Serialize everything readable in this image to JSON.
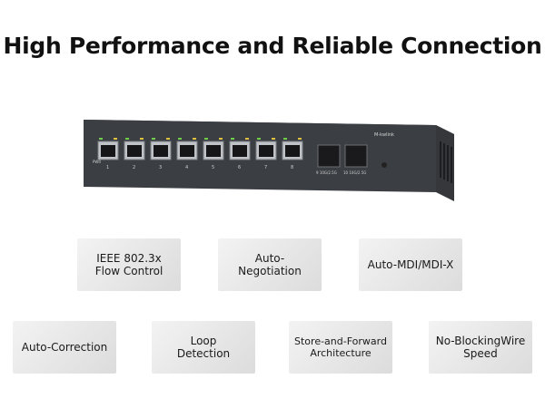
{
  "banner": {
    "title": "High Performance and Reliable Connection"
  },
  "product": {
    "brand": "M-kwlink",
    "port_numbers": [
      "1",
      "2",
      "3",
      "4",
      "5",
      "6",
      "7",
      "8"
    ],
    "sfp_labels": [
      "9 10G/2.5G",
      "10 10G/2.5G"
    ],
    "power_label": "PWR"
  },
  "features": [
    {
      "label": "IEEE 802.3x\nFlow Control"
    },
    {
      "label": "Auto-\nNegotiation"
    },
    {
      "label": "Auto-MDI/MDI-X"
    },
    {
      "label": "Auto-Correction"
    },
    {
      "label": "Loop\nDetection"
    },
    {
      "label": "Store-and-Forward\nArchitecture"
    },
    {
      "label": "No-BlockingWire\nSpeed"
    }
  ]
}
